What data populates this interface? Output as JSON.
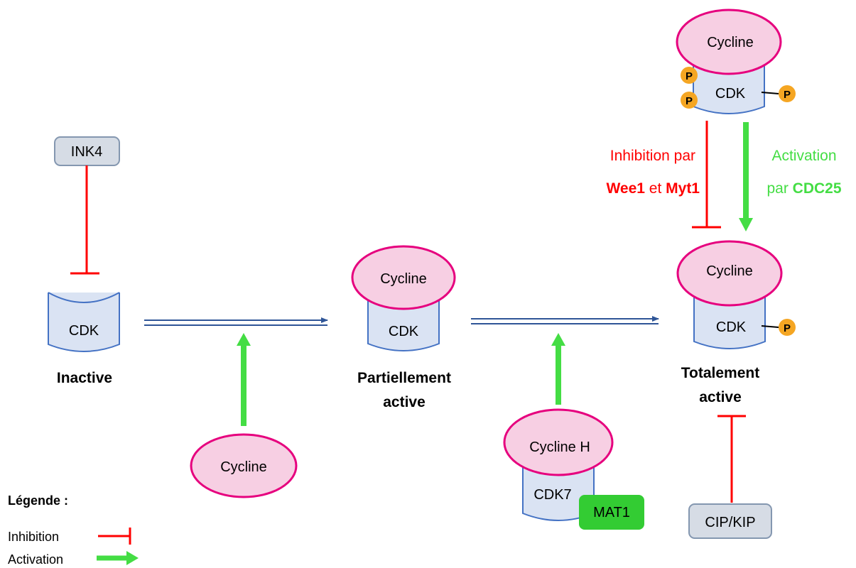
{
  "labels": {
    "ink4": "INK4",
    "cdk": "CDK",
    "cycline": "Cycline",
    "cycline_h": "Cycline H",
    "cdk7": "CDK7",
    "mat1": "MAT1",
    "cip_kip": "CIP/KIP",
    "phospho": "P"
  },
  "states": {
    "inactive": "Inactive",
    "partial_line1": "Partiellement",
    "partial_line2": "active",
    "total_line1": "Totalement",
    "total_line2": "active"
  },
  "inhibition_note": {
    "line1": "Inhibition par",
    "enzyme1": "Wee1",
    "conj": " et ",
    "enzyme2": "Myt1"
  },
  "activation_note": {
    "line1": "Activation",
    "prefix": "par ",
    "enzyme": "CDC25"
  },
  "legend": {
    "title": "Légende :",
    "inhibition": "Inhibition",
    "activation": "Activation"
  },
  "colors": {
    "inhibition": "#ff0000",
    "activation": "#44dd44",
    "flow": "#2f5597",
    "cycline_fill": "#f7cfe3",
    "cycline_stroke": "#e6007e",
    "cdk_fill": "#dae3f3",
    "cdk_stroke": "#4472c4",
    "phospho": "#f5a623",
    "mat1": "#33cc33",
    "regulator_fill": "#d6dce5",
    "regulator_stroke": "#8497b0"
  }
}
